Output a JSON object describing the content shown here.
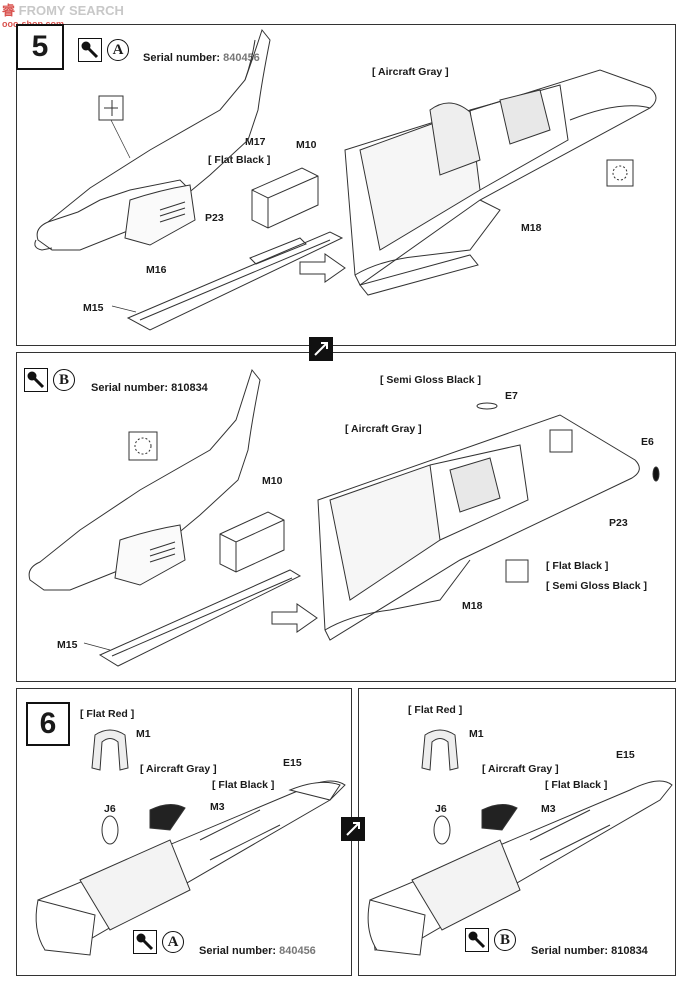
{
  "watermark": {
    "cn": "睿",
    "logo": "FROMY SEARCH",
    "sub": "ooo-shop.com"
  },
  "steps": {
    "five": "5",
    "six": "6"
  },
  "variant_a": {
    "letter": "A",
    "serial_label": "Serial number:",
    "serial_num": "840456"
  },
  "variant_b": {
    "letter": "B",
    "serial_label": "Serial number:",
    "serial_num": "810834"
  },
  "paint": {
    "aircraft_gray": "[ Aircraft Gray ]",
    "flat_black": "[ Flat Black ]",
    "semi_gloss_black": "[ Semi Gloss Black ]",
    "flat_red": "[ Flat Red ]"
  },
  "parts": {
    "M17": "M17",
    "M10": "M10",
    "M16": "M16",
    "M15": "M15",
    "M18": "M18",
    "P23": "P23",
    "E7": "E7",
    "E6": "E6",
    "M1": "M1",
    "M3": "M3",
    "J6": "J6",
    "E15": "E15"
  }
}
